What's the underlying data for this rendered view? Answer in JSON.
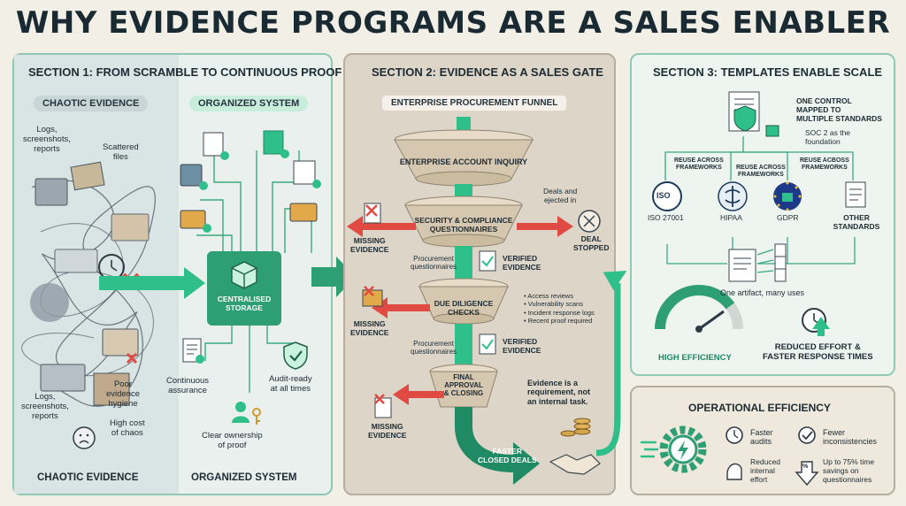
{
  "title": "WHY EVIDENCE PROGRAMS ARE A SALES ENABLER",
  "section1": {
    "title": "SECTION 1: FROM SCRAMBLE TO CONTINUOUS PROOF",
    "chaotic_pill": "CHAOTIC EVIDENCE",
    "organized_pill": "ORGANIZED SYSTEM",
    "chaos_labels": {
      "logs_top": "Logs,\nscreenshots,\nreports",
      "scattered": "Scattered\nfiles",
      "logs_bottom": "Logs,\nscreenshots,\nreports",
      "poor_hygiene": "Poor\nevidence\nhygiene",
      "high_cost": "High cost\nof chaos"
    },
    "storage_label": "CENTRALISED\nSTORAGE",
    "continuous": "Continuous\nassurance",
    "audit_ready": "Audit-ready\nat all times",
    "ownership": "Clear ownership\nof proof",
    "footer_left": "CHAOTIC EVIDENCE",
    "footer_right": "ORGANIZED SYSTEM"
  },
  "section2": {
    "title": "SECTION 2: EVIDENCE AS A SALES GATE",
    "funnel_title": "ENTERPRISE PROCUREMENT FUNNEL",
    "stages": [
      "ENTERPRISE ACCOUNT INQUIRY",
      "SECURITY & COMPLIANCE\nQUESTIONNAIRES",
      "DUE DILIGENCE\nCHECKS",
      "FINAL\nAPPROVAL\n& CLOSING"
    ],
    "missing_evidence": "MISSING\nEVIDENCE",
    "deals_ejected": "Deals and\nejected in",
    "deal_stopped": "DEAL\nSTOPPED",
    "procurement_q": "Procurement\nquestionnaires",
    "verified": "VERIFIED\nEVIDENCE",
    "checks": [
      "Access reviews",
      "Vulnerability scans",
      "Incident response logs",
      "Recent proof required"
    ],
    "requirement_note": "Evidence is a\nrequirement, not\nan internal task.",
    "faster_deals": "FASTER\nCLOSED DEALS"
  },
  "section3": {
    "title": "SECTION 3: TEMPLATES ENABLE SCALE",
    "one_control": "ONE CONTROL\nMAPPED TO\nMULTIPLE STANDARDS",
    "soc2": "SOC 2 as the\nfoundation",
    "reuse_left": "REUSE ACROSS\nFRAMEWORKS",
    "reuse_mid": "REUSE ACROSS\nFRAMEWORKS",
    "reuse_right": "REUSE ACBOSS\nFRAMEWORKS",
    "standards": [
      "ISO 27001",
      "HIPAA",
      "GDPR",
      "OTHER\nSTANDARDS"
    ],
    "iso_badge": "ISO",
    "one_artifact": "One artifact, many uses",
    "high_efficiency": "HIGH EFFICIENCY",
    "reduced_effort": "REDUCED EFFORT &\nFASTER RESPONSE TIMES"
  },
  "section4": {
    "title": "OPERATIONAL EFFICIENCY",
    "items": [
      "Faster\naudits",
      "Fewer\ninconsistencies",
      "Reduced\ninternal\neffort",
      "Up to 75% time\nsavings on\nquestionnaires"
    ],
    "percent_symbol": "%"
  },
  "colors": {
    "green": "#2fbf8a",
    "dark_green": "#1f8a63",
    "red": "#e04a42",
    "funnel": "#d6c7b0"
  }
}
